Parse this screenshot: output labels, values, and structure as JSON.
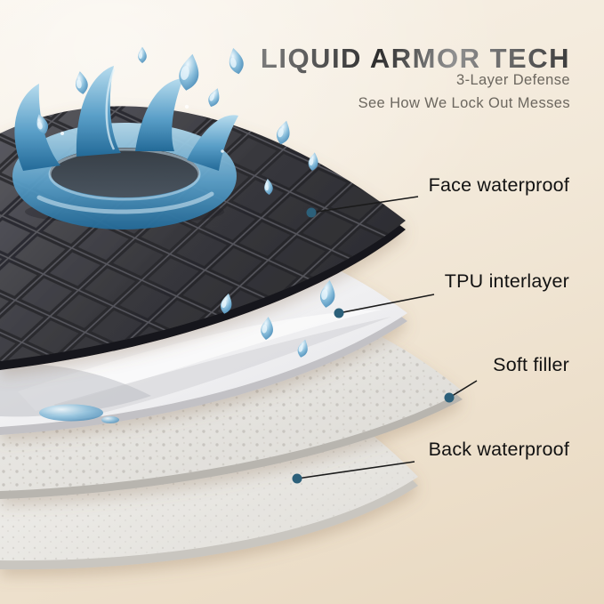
{
  "header": {
    "title": "LIQUID ARMOR TECH",
    "subtitle_line1": "3-Layer Defense",
    "subtitle_line2": "See How We Lock Out Messes"
  },
  "callouts": [
    {
      "label": "Face waterproof"
    },
    {
      "label": "TPU interlayer"
    },
    {
      "label": "Soft filler"
    },
    {
      "label": "Back waterproof"
    }
  ],
  "illustration": {
    "layers": [
      "face-waterproof-layer",
      "tpu-interlayer-layer",
      "soft-filler-layer",
      "back-waterproof-layer"
    ],
    "icons": [
      "water-splash-icon",
      "water-droplet-icon",
      "water-puddle-icon",
      "callout-dot"
    ]
  },
  "colors": {
    "background_top": "#f8f2e8",
    "background_bottom": "#e8d8c0",
    "callout_dot": "#2c607a",
    "callout_line": "#1b1b1b",
    "label_text": "#121212",
    "subtitle_text": "#6c675f",
    "face_layer_dark": "#38383d",
    "water_blue": "#5a9fc8"
  }
}
